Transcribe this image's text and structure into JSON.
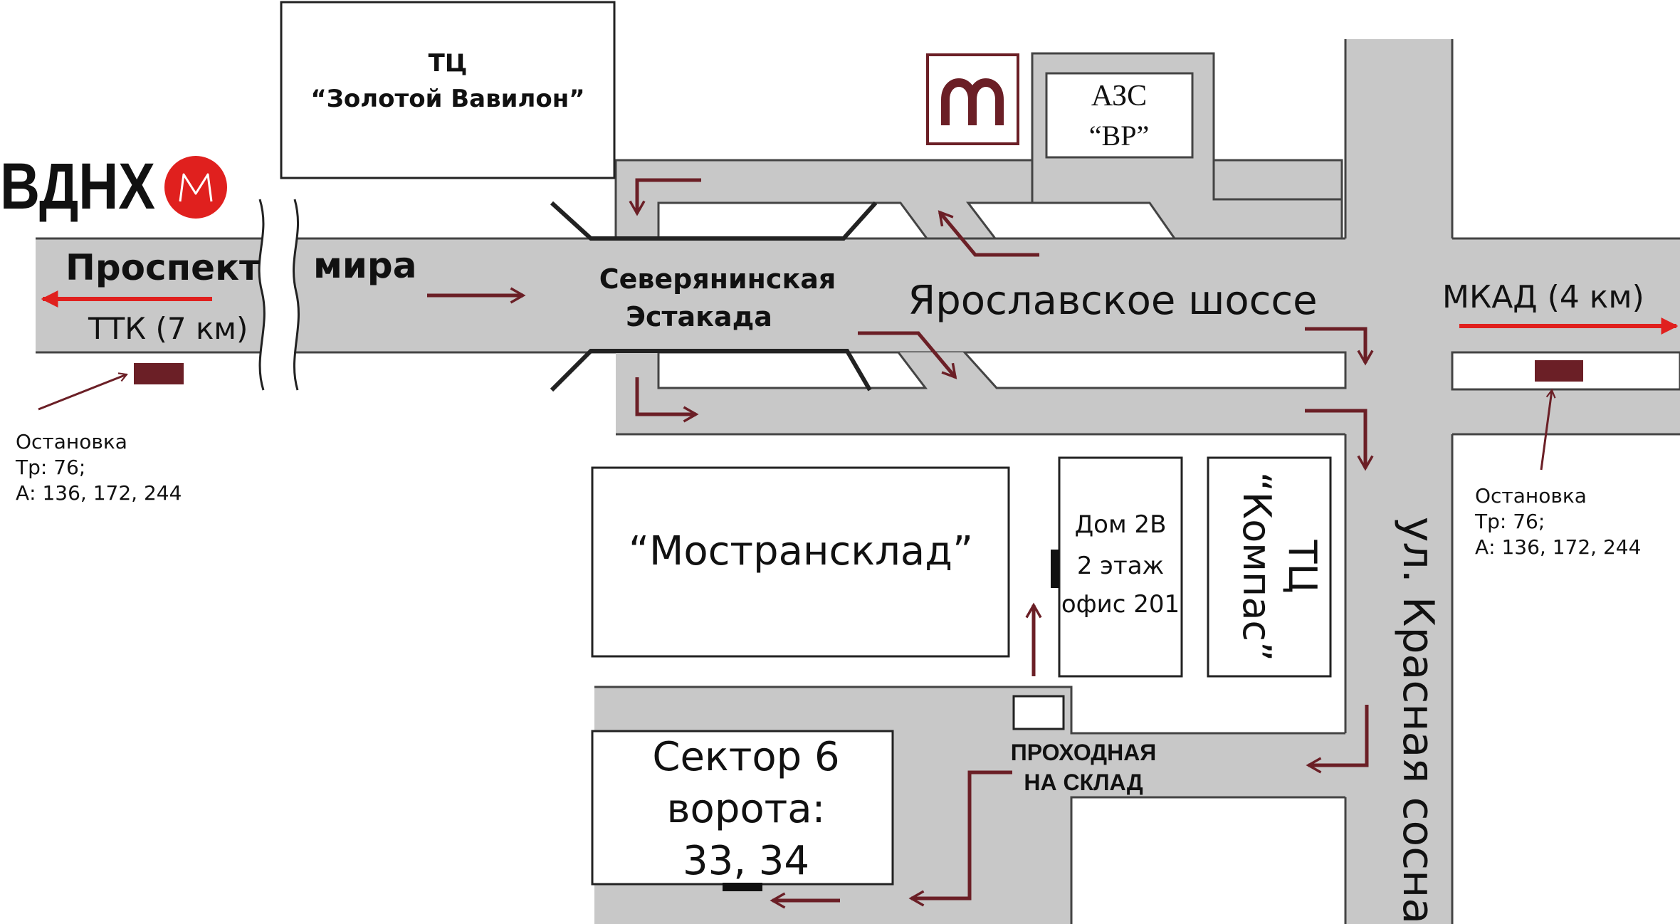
{
  "colors": {
    "road": "#c8c8c8",
    "outline": "#444444",
    "route_arrow": "#6b1f26",
    "direction_arrow": "#e0201e",
    "metro_red": "#e0201e",
    "metro_maroon": "#6b1f26",
    "stop_marker": "#6b1f26"
  },
  "icons": {
    "metro_main": "metro-m-icon",
    "metro_vdnh": "metro-m-circle-icon"
  },
  "labels": {
    "tc_babylon_line1": "ТЦ",
    "tc_babylon_line2": "“Золотой Вавилон”",
    "vdnh": "ВДНХ",
    "prospekt": "Проспект",
    "mira": "мира",
    "ttk": "ТТК (7 км)",
    "estakada_line1": "Северянинская",
    "estakada_line2": "Эстакада",
    "yaroslavskoe": "Ярославское шоссе",
    "mkad": "МКАД (4 км)",
    "azs_line1": "АЗС",
    "azs_line2": "“BP”",
    "mostransklad": "“Мострансклад”",
    "dom_line1": "Дом 2В",
    "dom_line2": "2 этаж",
    "dom_line3": "офис 201",
    "kompas_line1": "ТЦ",
    "kompas_line2": "“Компас”",
    "krasnaya_sosna": "ул. Красная сосна",
    "prohodnaya_line1": "ПРОХОДНАЯ",
    "prohodnaya_line2": "НА СКЛАД",
    "sector_line1": "Сектор 6",
    "sector_line2": "ворота:",
    "sector_line3": "33, 34"
  },
  "stops": [
    {
      "title": "Остановка",
      "line1": "Тр: 76;",
      "line2": "А: 136, 172, 244"
    },
    {
      "title": "Остановка",
      "line1": "Тр: 76;",
      "line2": "А: 136, 172, 244"
    }
  ]
}
